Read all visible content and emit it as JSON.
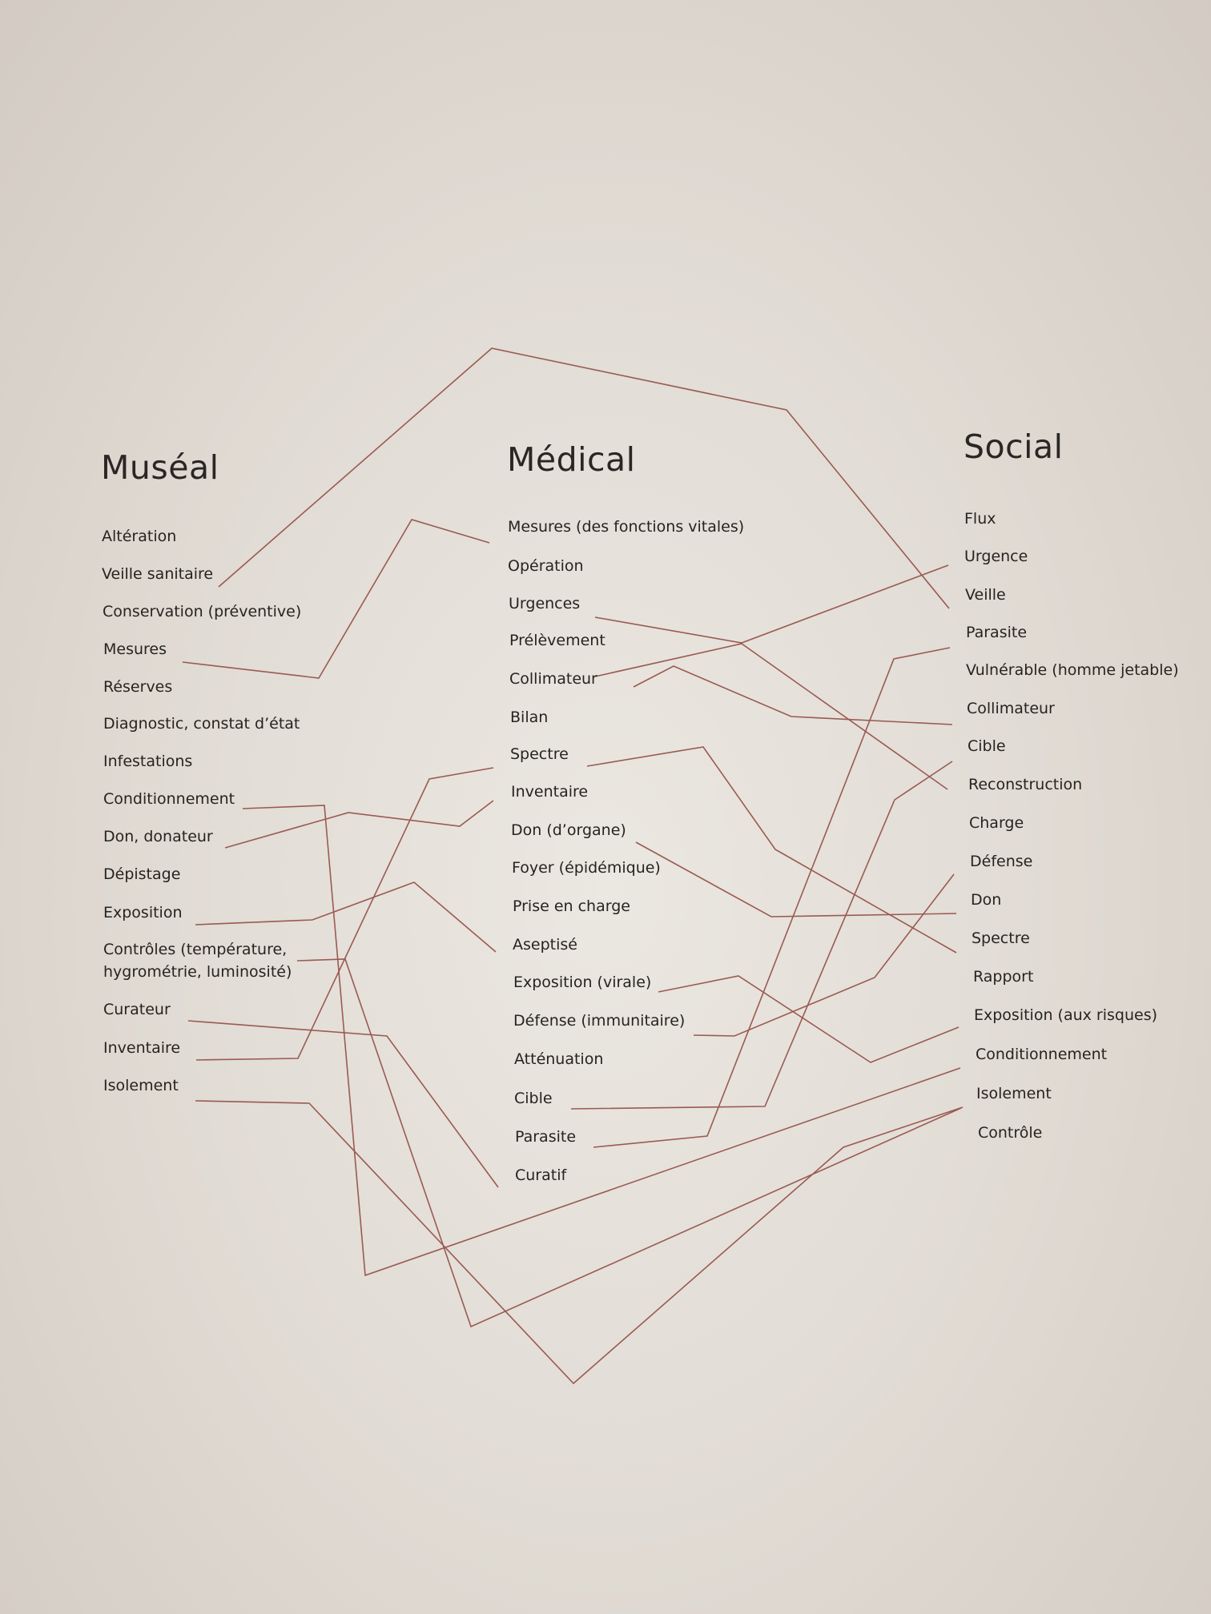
{
  "columns": {
    "museal": {
      "title": "Muséal",
      "items": [
        "Altération",
        "Veille sanitaire",
        "Conservation (préventive)",
        "Mesures",
        "Réserves",
        "Diagnostic, constat d’état",
        "Infestations",
        "Conditionnement",
        "Don, donateur",
        "Dépistage",
        "Exposition",
        "Contrôles (température,",
        "hygrométrie, luminosité)",
        "Curateur",
        "Inventaire",
        "Isolement"
      ]
    },
    "medical": {
      "title": "Médical",
      "items": [
        "Mesures (des fonctions vitales)",
        "Opération",
        "Urgences",
        "Prélèvement",
        "Collimateur",
        "Bilan",
        "Spectre",
        "Inventaire",
        "Don (d’organe)",
        "Foyer (épidémique)",
        "Prise en charge",
        "Aseptisé",
        "Exposition (virale)",
        "Défense (immunitaire)",
        "Atténuation",
        "Cible",
        "Parasite",
        "Curatif"
      ]
    },
    "social": {
      "title": "Social",
      "items": [
        "Flux",
        "Urgence",
        "Veille",
        "Parasite",
        "Vulnérable (homme jetable)",
        "Collimateur",
        "Cible",
        "Reconstruction",
        "Charge",
        "Défense",
        "Don",
        "Spectre",
        "Rapport",
        "Exposition (aux risques)",
        "Conditionnement",
        "Isolement",
        "Contrôle"
      ]
    }
  },
  "connector_color": "#9a5a52"
}
